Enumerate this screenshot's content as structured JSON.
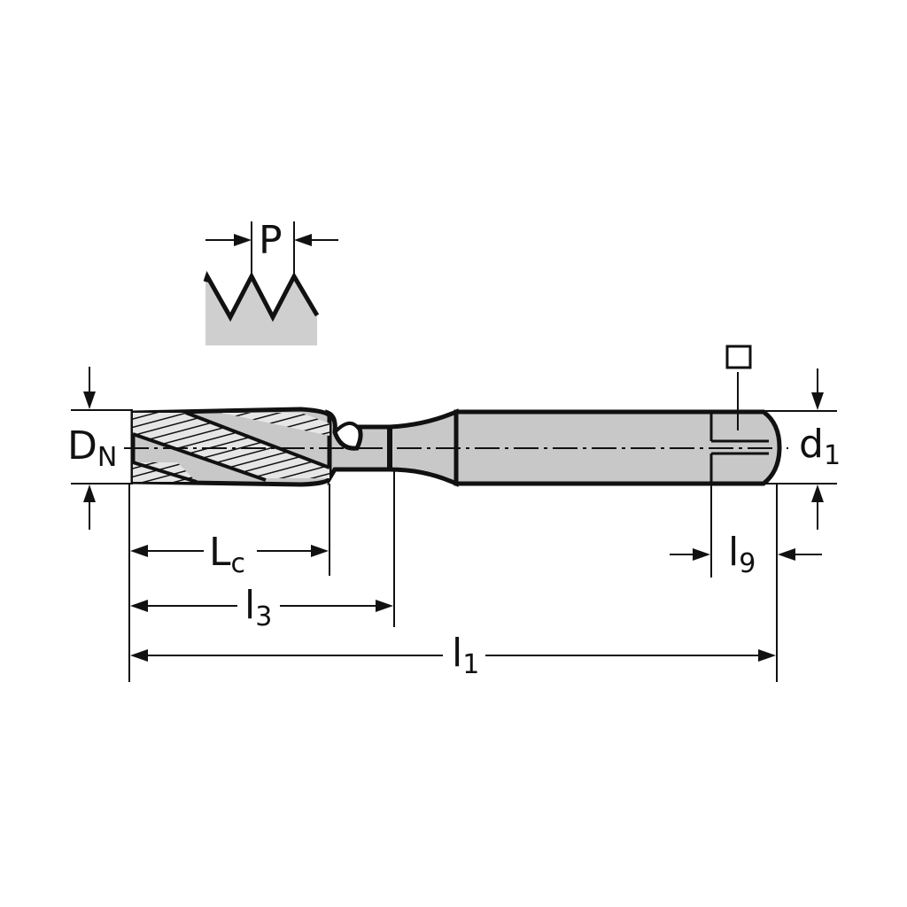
{
  "labels": {
    "pitch": {
      "main": "P"
    },
    "nominal_diameter": {
      "main": "D",
      "sub": "N"
    },
    "chamfer_length": {
      "main": "L",
      "sub": "c"
    },
    "thread_length": {
      "main": "l",
      "sub": "3"
    },
    "total_length": {
      "main": "l",
      "sub": "1"
    },
    "square_length": {
      "main": "l",
      "sub": "9"
    },
    "shank_diameter": {
      "main": "d",
      "sub": "1"
    }
  },
  "colors": {
    "ink": "#111111",
    "body_fill": "#c8c8c8",
    "profile_fill": "#cfcfcf",
    "background": "#ffffff"
  },
  "icons": {
    "square_symbol": "square-drive-icon"
  }
}
